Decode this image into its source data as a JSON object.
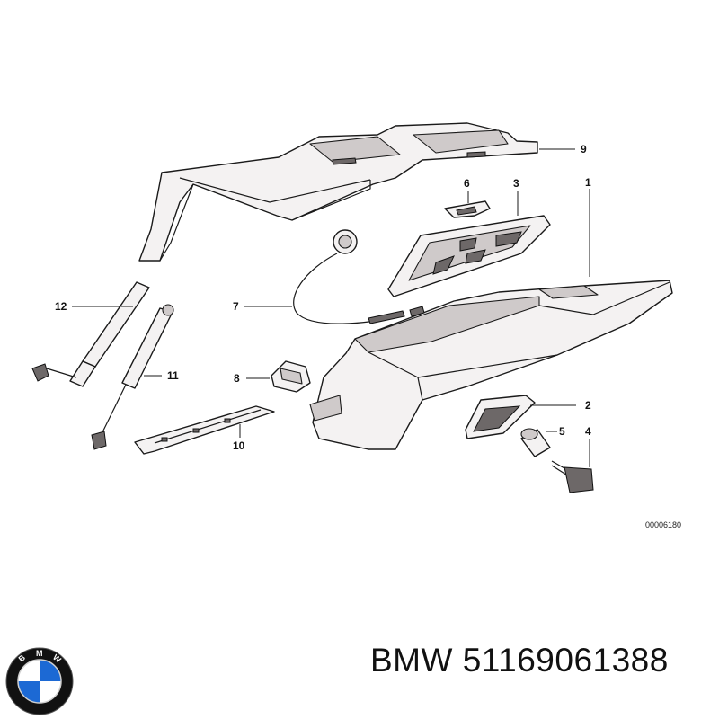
{
  "diagram": {
    "callouts": [
      "1",
      "2",
      "3",
      "4",
      "5",
      "6",
      "7",
      "8",
      "9",
      "10",
      "11",
      "12"
    ],
    "reference_code": "00006180"
  },
  "caption": {
    "brand": "BMW",
    "part_number": "51169061388"
  },
  "logo": {
    "letters": [
      "B",
      "M",
      "W"
    ],
    "colors": {
      "blue": "#1c69d4",
      "white": "#ffffff",
      "ring": "#111111"
    }
  }
}
